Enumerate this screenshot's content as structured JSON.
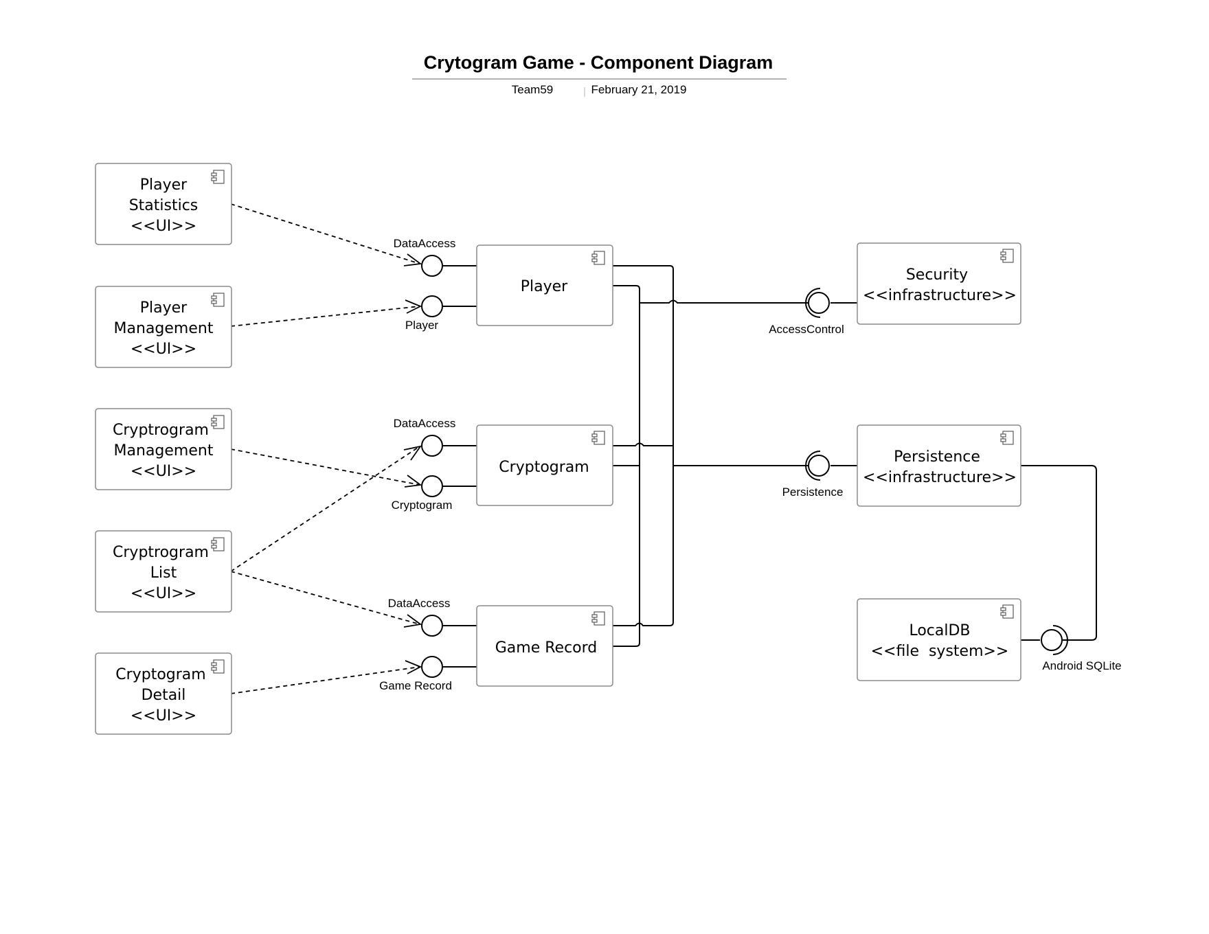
{
  "header": {
    "title": "Crytogram Game - Component Diagram",
    "author": "Team59",
    "date": "February 21, 2019"
  },
  "components": {
    "player_statistics": [
      "Player",
      "Statistics",
      "<<UI>>"
    ],
    "player_management": [
      "Player",
      "Management",
      "<<UI>>"
    ],
    "cryptrogram_management": [
      "Cryptrogram",
      "Management",
      "<<UI>>"
    ],
    "cryptrogram_list": [
      "Cryptrogram",
      "List",
      "<<UI>>"
    ],
    "cryptogram_detail": [
      "Cryptogram",
      "Detail",
      "<<UI>>"
    ],
    "player": [
      "Player"
    ],
    "cryptogram": [
      "Cryptogram"
    ],
    "game_record": [
      "Game Record"
    ],
    "security": [
      "Security",
      "<<infrastructure>>"
    ],
    "persistence": [
      "Persistence",
      "<<infrastructure>>"
    ],
    "localdb": [
      "LocalDB",
      "<<file  system>>"
    ]
  },
  "interfaces": {
    "player_dataaccess": "DataAccess",
    "player_player": "Player",
    "cryptogram_dataaccess": "DataAccess",
    "cryptogram_cryptogram": "Cryptogram",
    "gamerecord_dataaccess": "DataAccess",
    "gamerecord_gamerecord": "Game Record",
    "access_control": "AccessControl",
    "persistence": "Persistence",
    "android_sqlite": "Android SQLite"
  }
}
